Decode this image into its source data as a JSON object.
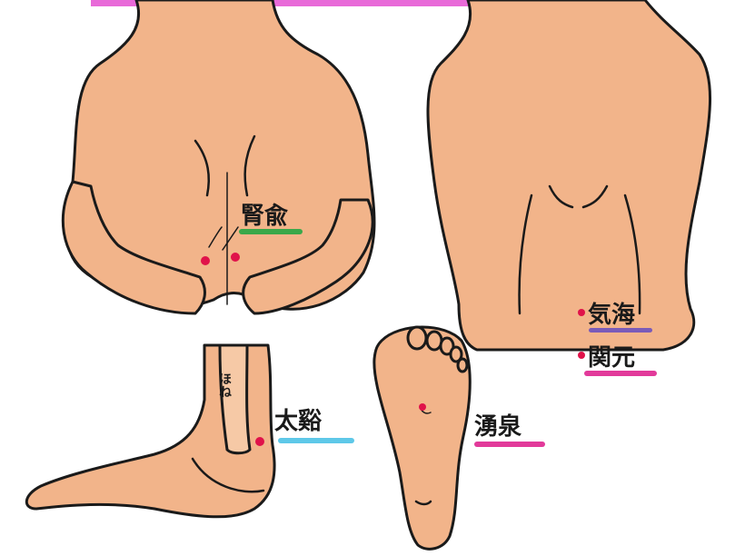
{
  "labels": {
    "shenshu": "腎兪",
    "qihai": "気海",
    "guanyuan": "関元",
    "taixi": "太谿",
    "yongquan": "湧泉",
    "bone": "ほね"
  },
  "colors": {
    "skin": "#f2b48a",
    "point": "#e0124a",
    "underline_green": "#3aa84a",
    "underline_purple": "#7a5bb8",
    "underline_magenta": "#e23a9a",
    "underline_cyan": "#5ec8e8",
    "top_bar": "#e86ad8"
  }
}
